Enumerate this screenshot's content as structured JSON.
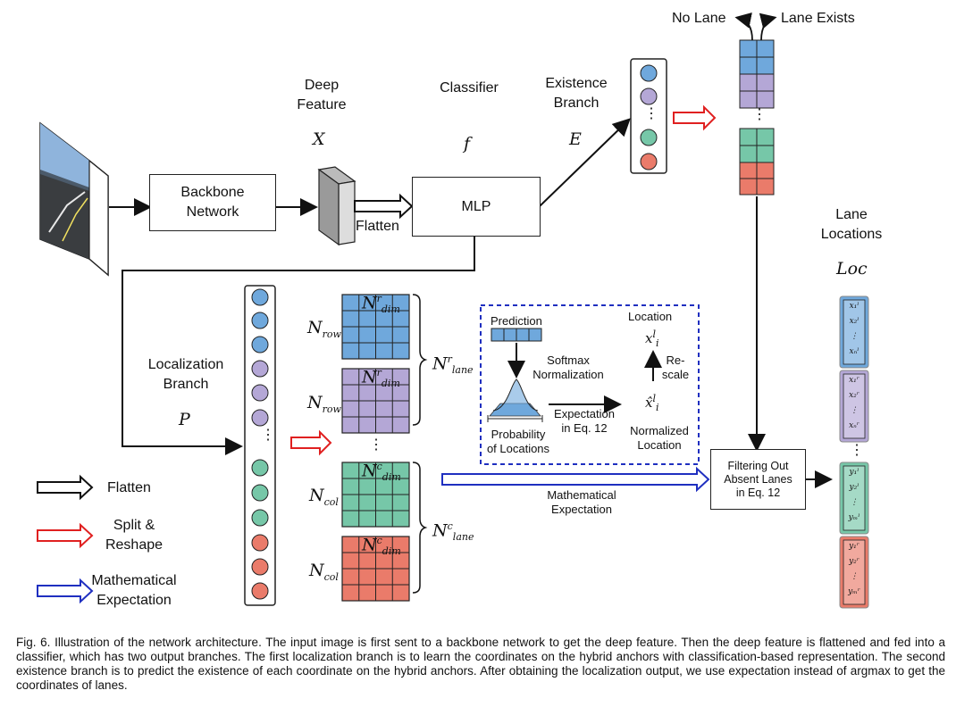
{
  "labels": {
    "deep_feature": [
      "Deep",
      "Feature"
    ],
    "deep_feature_sym": "X",
    "classifier": "Classifier",
    "classifier_sym": "f",
    "existence_branch": [
      "Existence",
      "Branch"
    ],
    "existence_sym": "E",
    "no_lane": "No Lane",
    "lane_exists": "Lane Exists",
    "backbone": [
      "Backbone",
      "Network"
    ],
    "mlp": "MLP",
    "flatten": "Flatten",
    "lane_locations": [
      "Lane",
      "Locations"
    ],
    "loc_sym": "Loc",
    "localization_branch": [
      "Localization",
      "Branch"
    ],
    "localization_sym": "P",
    "prediction": "Prediction",
    "softmax": [
      "Softmax",
      "Normalization"
    ],
    "probability": [
      "Probability",
      "of Locations"
    ],
    "expectation_eq": [
      "Expectation",
      "in Eq. 12"
    ],
    "location": "Location",
    "rescale": [
      "Re-",
      "scale"
    ],
    "normalized_location": [
      "Normalized",
      "Location"
    ],
    "math_expectation": [
      "Mathematical",
      "Expectation"
    ],
    "filtering": [
      "Filtering Out",
      "Absent Lanes",
      "in Eq. 12"
    ],
    "ellipsis": "⋮"
  },
  "math": {
    "n_row": "N",
    "n_row_sub": "row",
    "n_col_sub": "col",
    "n_dim_sub": "dim",
    "n_lane_sub": "lane",
    "sup_r": "r",
    "sup_c": "c",
    "x_il": "x",
    "i_sub": "i",
    "l_sup": "l",
    "xhat": "x̂"
  },
  "legend": {
    "flatten": "Flatten",
    "split_reshape": [
      "Split &",
      "Reshape"
    ],
    "math_expectation": [
      "Mathematical",
      "Expectation"
    ]
  },
  "loc_columns": {
    "row_blue": [
      "x₁ˡ",
      "x₂ˡ",
      "⋮",
      "xₙˡ"
    ],
    "row_purple": [
      "x₁ʳ",
      "x₂ʳ",
      "⋮",
      "xₙʳ"
    ],
    "col_green": [
      "y₁ˡ",
      "y₂ˡ",
      "⋮",
      "yₘˡ"
    ],
    "col_red": [
      "y₁ʳ",
      "y₂ʳ",
      "⋮",
      "yₘʳ"
    ]
  },
  "colors": {
    "blue": "#6fa8dc",
    "purple": "#b4a7d6",
    "green": "#76c7a8",
    "red": "#ea7b6a",
    "flatten_arrow": "#111111",
    "split_arrow": "#e02020",
    "expect_arrow": "#1f2fc0"
  },
  "caption": "Fig. 6. Illustration of the network architecture. The input image is first sent to a backbone network to get the deep feature. Then the deep feature is flattened and fed into a classifier, which has two output branches. The first localization branch is to learn the coordinates on the hybrid anchors with classification-based representation. The second existence branch is to predict the existence of each coordinate on the hybrid anchors. After obtaining the localization output, we use expectation instead of argmax to get the coordinates of lanes."
}
